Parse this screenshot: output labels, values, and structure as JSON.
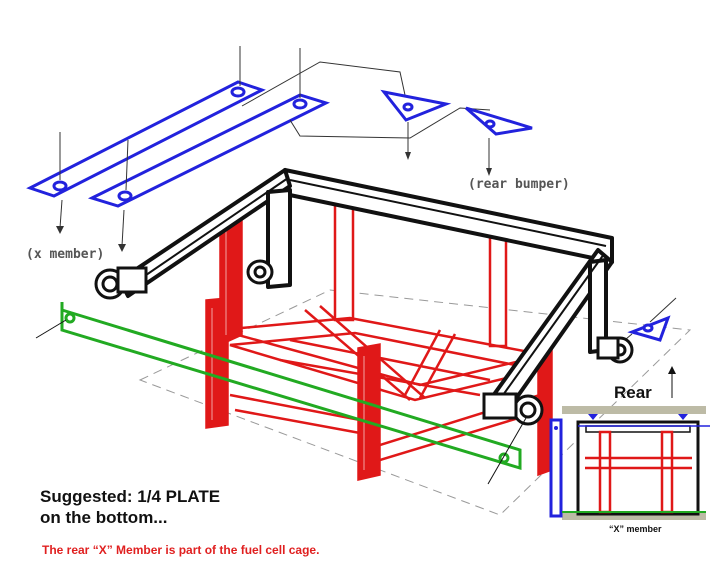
{
  "labels": {
    "x_member": "(x member)",
    "rear_bumper": "(rear bumper)",
    "rear": "Rear",
    "x_member_inset": "“X” member"
  },
  "notes": {
    "title_line1": "Suggested: 1/4 PLATE",
    "title_line2": "on the bottom...",
    "footer": "The rear “X” Member is part of the fuel cell cage."
  },
  "colors": {
    "frame": "#111111",
    "x_member_plates": "#2222dd",
    "cage": "#e01818",
    "front_bar": "#22aa22",
    "footer_text": "#e02020"
  }
}
